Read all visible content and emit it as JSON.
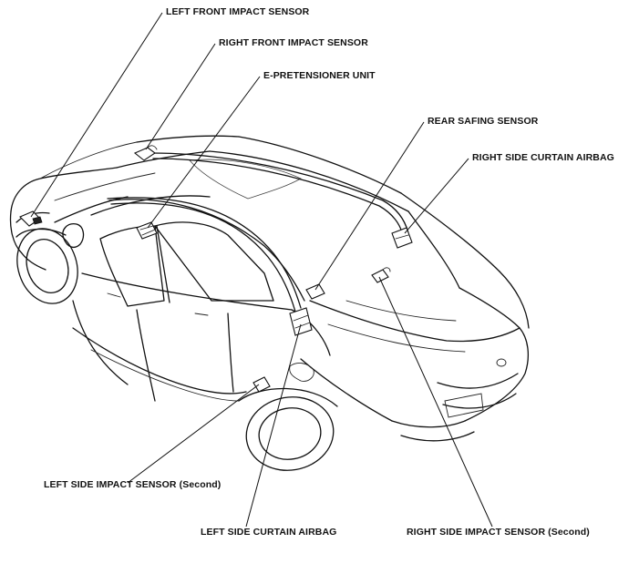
{
  "labels": {
    "left_front_impact_sensor": "LEFT FRONT IMPACT SENSOR",
    "right_front_impact_sensor": "RIGHT FRONT IMPACT SENSOR",
    "e_pretensioner_unit": "E-PRETENSIONER UNIT",
    "rear_safing_sensor": "REAR SAFING SENSOR",
    "right_side_curtain_airbag": "RIGHT SIDE CURTAIN AIRBAG",
    "left_side_impact_sensor_second": "LEFT SIDE IMPACT SENSOR (Second)",
    "left_side_curtain_airbag": "LEFT SIDE CURTAIN AIRBAG",
    "right_side_impact_sensor_second": "RIGHT SIDE IMPACT SENSOR (Second)"
  }
}
